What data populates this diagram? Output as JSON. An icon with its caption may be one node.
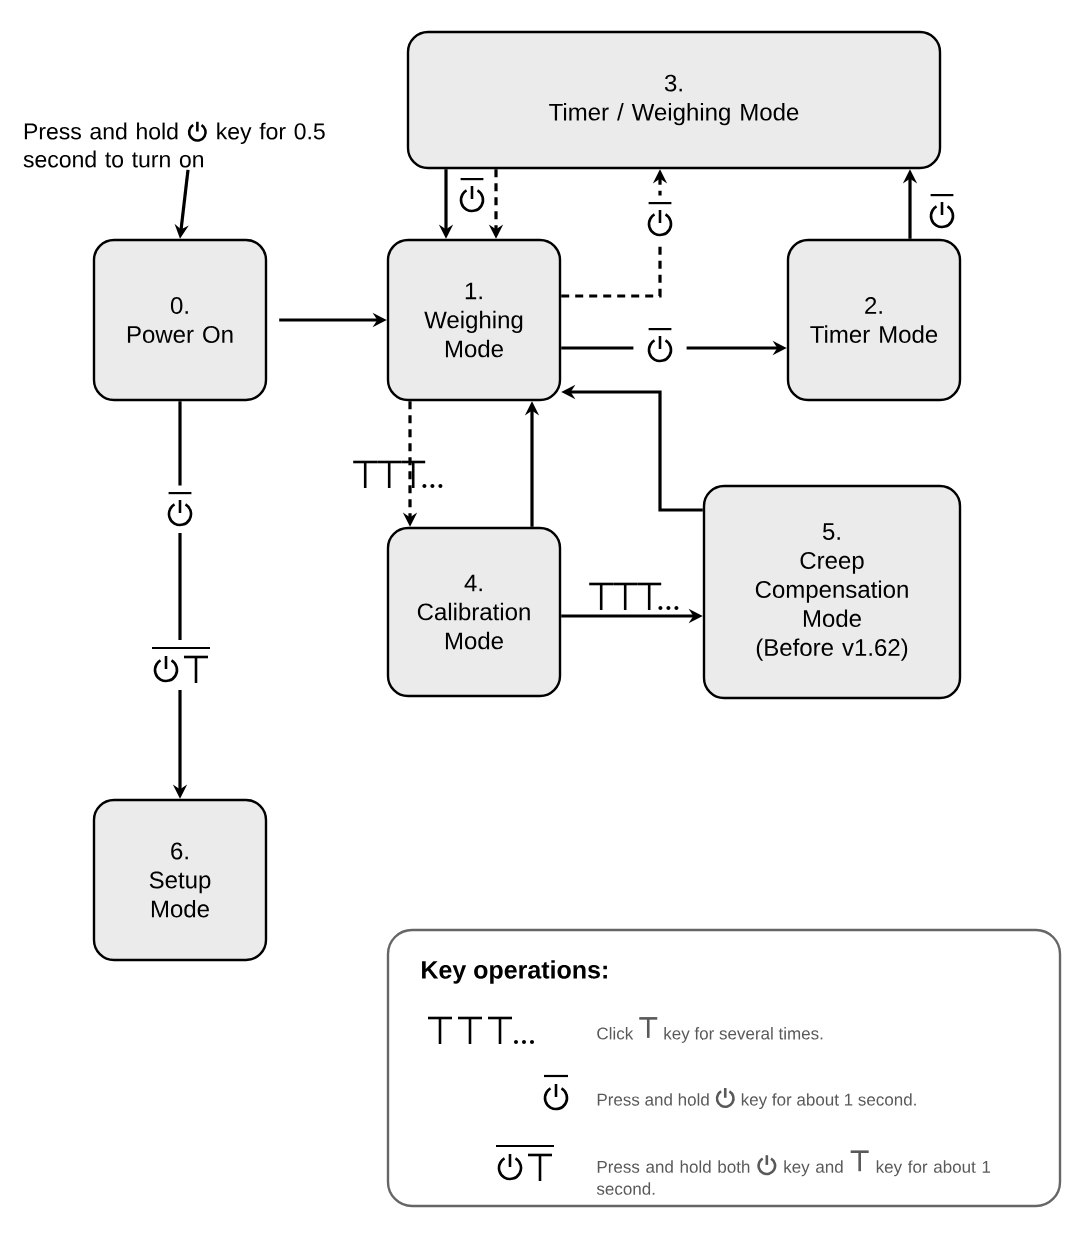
{
  "diagram": {
    "nodes": [
      {
        "text": [
          "0.",
          "Power On"
        ]
      },
      {
        "text": [
          "1.",
          "Weighing Mode"
        ]
      },
      {
        "text": [
          "2.",
          "Timer Mode"
        ]
      },
      {
        "text": [
          "3.",
          "Timer / Weighing Mode"
        ]
      },
      {
        "text": [
          "4.",
          "Calibration Mode"
        ]
      },
      {
        "text": [
          "5.",
          "Creep Compensation Mode",
          "(Before v1.62)"
        ]
      },
      {
        "text": [
          "6.",
          "Setup Mode"
        ]
      },
      {
        "text": [
          "Press and hold",
          "key for 0.5 second to turn on"
        ]
      },
      {
        "text": [
          "Key operations:",
          "Click",
          "key for several times.",
          "Press and hold",
          "key for about 1 second.",
          "Press and hold both",
          "key and",
          "key for about 1 second."
        ]
      }
    ],
    "edges": [
      {
        "from": 7,
        "to": 0,
        "arrow": "to"
      },
      {
        "from": 0,
        "to": 1,
        "arrow": "to"
      },
      {
        "from": 0,
        "to": 6,
        "arrow": "to"
      },
      {
        "from": 3,
        "to": 1,
        "arrow": "to"
      },
      {
        "from": 3,
        "to": 1,
        "arrow": "to",
        "style": "dashed"
      },
      {
        "from": 1,
        "to": 3,
        "arrow": "to",
        "style": "dashed"
      },
      {
        "from": 1,
        "to": 2,
        "arrow": "to"
      },
      {
        "from": 2,
        "to": 3,
        "arrow": "to"
      },
      {
        "from": 1,
        "to": 4,
        "arrow": "to",
        "style": "dashed"
      },
      {
        "from": 4,
        "to": 1,
        "arrow": "to"
      },
      {
        "from": 5,
        "to": 1,
        "arrow": "to"
      },
      {
        "from": 4,
        "to": 5,
        "arrow": "to"
      }
    ]
  }
}
